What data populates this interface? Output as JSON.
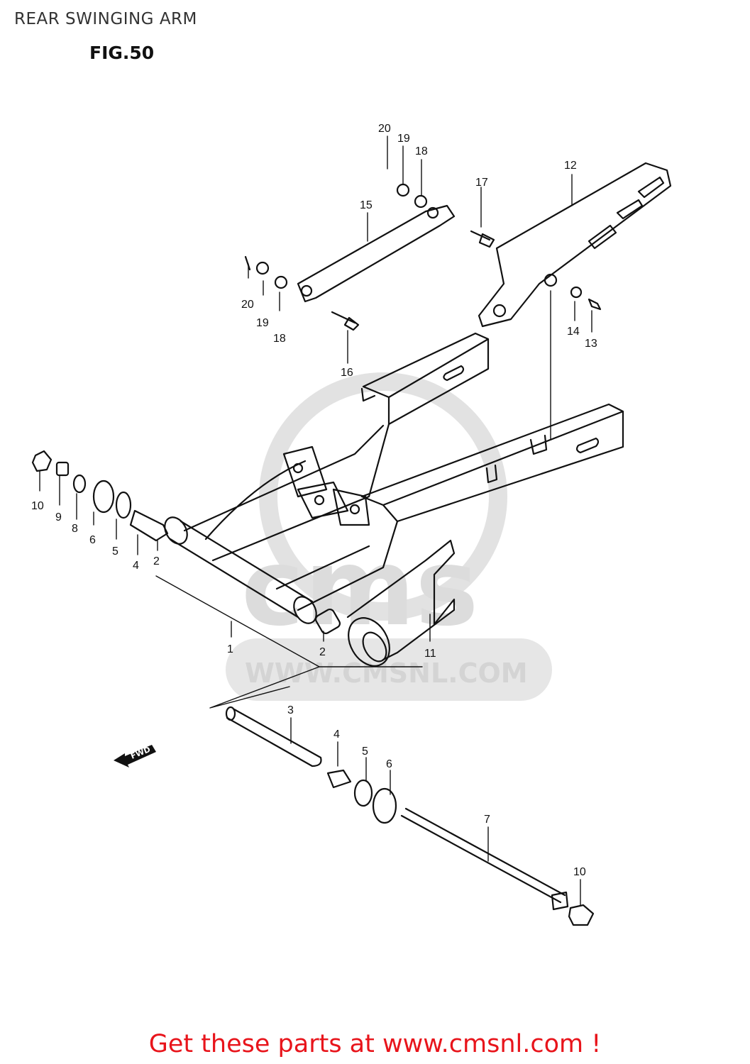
{
  "header": {
    "title": "REAR SWINGING ARM",
    "figure": "FIG.50"
  },
  "watermark": {
    "brand": "cms",
    "url": "WWW.CMSNL.COM"
  },
  "direction_badge": "FWD",
  "footer": {
    "text": "Get these parts at www.cmsnl.com !",
    "color": "#e8141b"
  },
  "callouts": [
    "1",
    "2",
    "2",
    "3",
    "4",
    "4",
    "5",
    "5",
    "6",
    "6",
    "7",
    "8",
    "9",
    "10",
    "10",
    "11",
    "12",
    "13",
    "14",
    "15",
    "16",
    "17",
    "18",
    "18",
    "19",
    "19",
    "20",
    "20"
  ]
}
